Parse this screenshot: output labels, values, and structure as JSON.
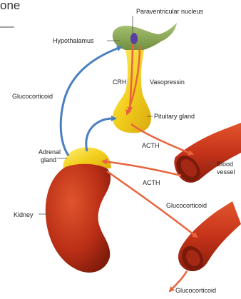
{
  "header": {
    "text": "one"
  },
  "labels": {
    "paraventricular": "Paraventricular nucleus",
    "hypothalamus": "Hypothalamus",
    "crh": "CRH",
    "vasopressin": "Vasopressin",
    "glucocorticoid_left": "Glucocorticoid",
    "pituitary": "Pituitary gland",
    "acth_top": "ACTH",
    "adrenal_line1": "Adrenal",
    "adrenal_line2": "gland",
    "blood_line1": "Blood",
    "blood_line2": "vessel",
    "acth_mid": "ACTH",
    "kidney": "Kidney",
    "glucocorticoid_mid": "Glucocorticoid",
    "glucocorticoid_bottom": "Glucocorticoid"
  },
  "colors": {
    "hypothalamus_green": "#8fae5a",
    "pituitary_yellow": "#f2d21c",
    "kidney_red": "#c0321a",
    "vessel_red": "#c8361c",
    "arrow_blue": "#4a7fc1",
    "arrow_orange": "#e8643c",
    "nucleus_purple": "#5a3fa0"
  }
}
